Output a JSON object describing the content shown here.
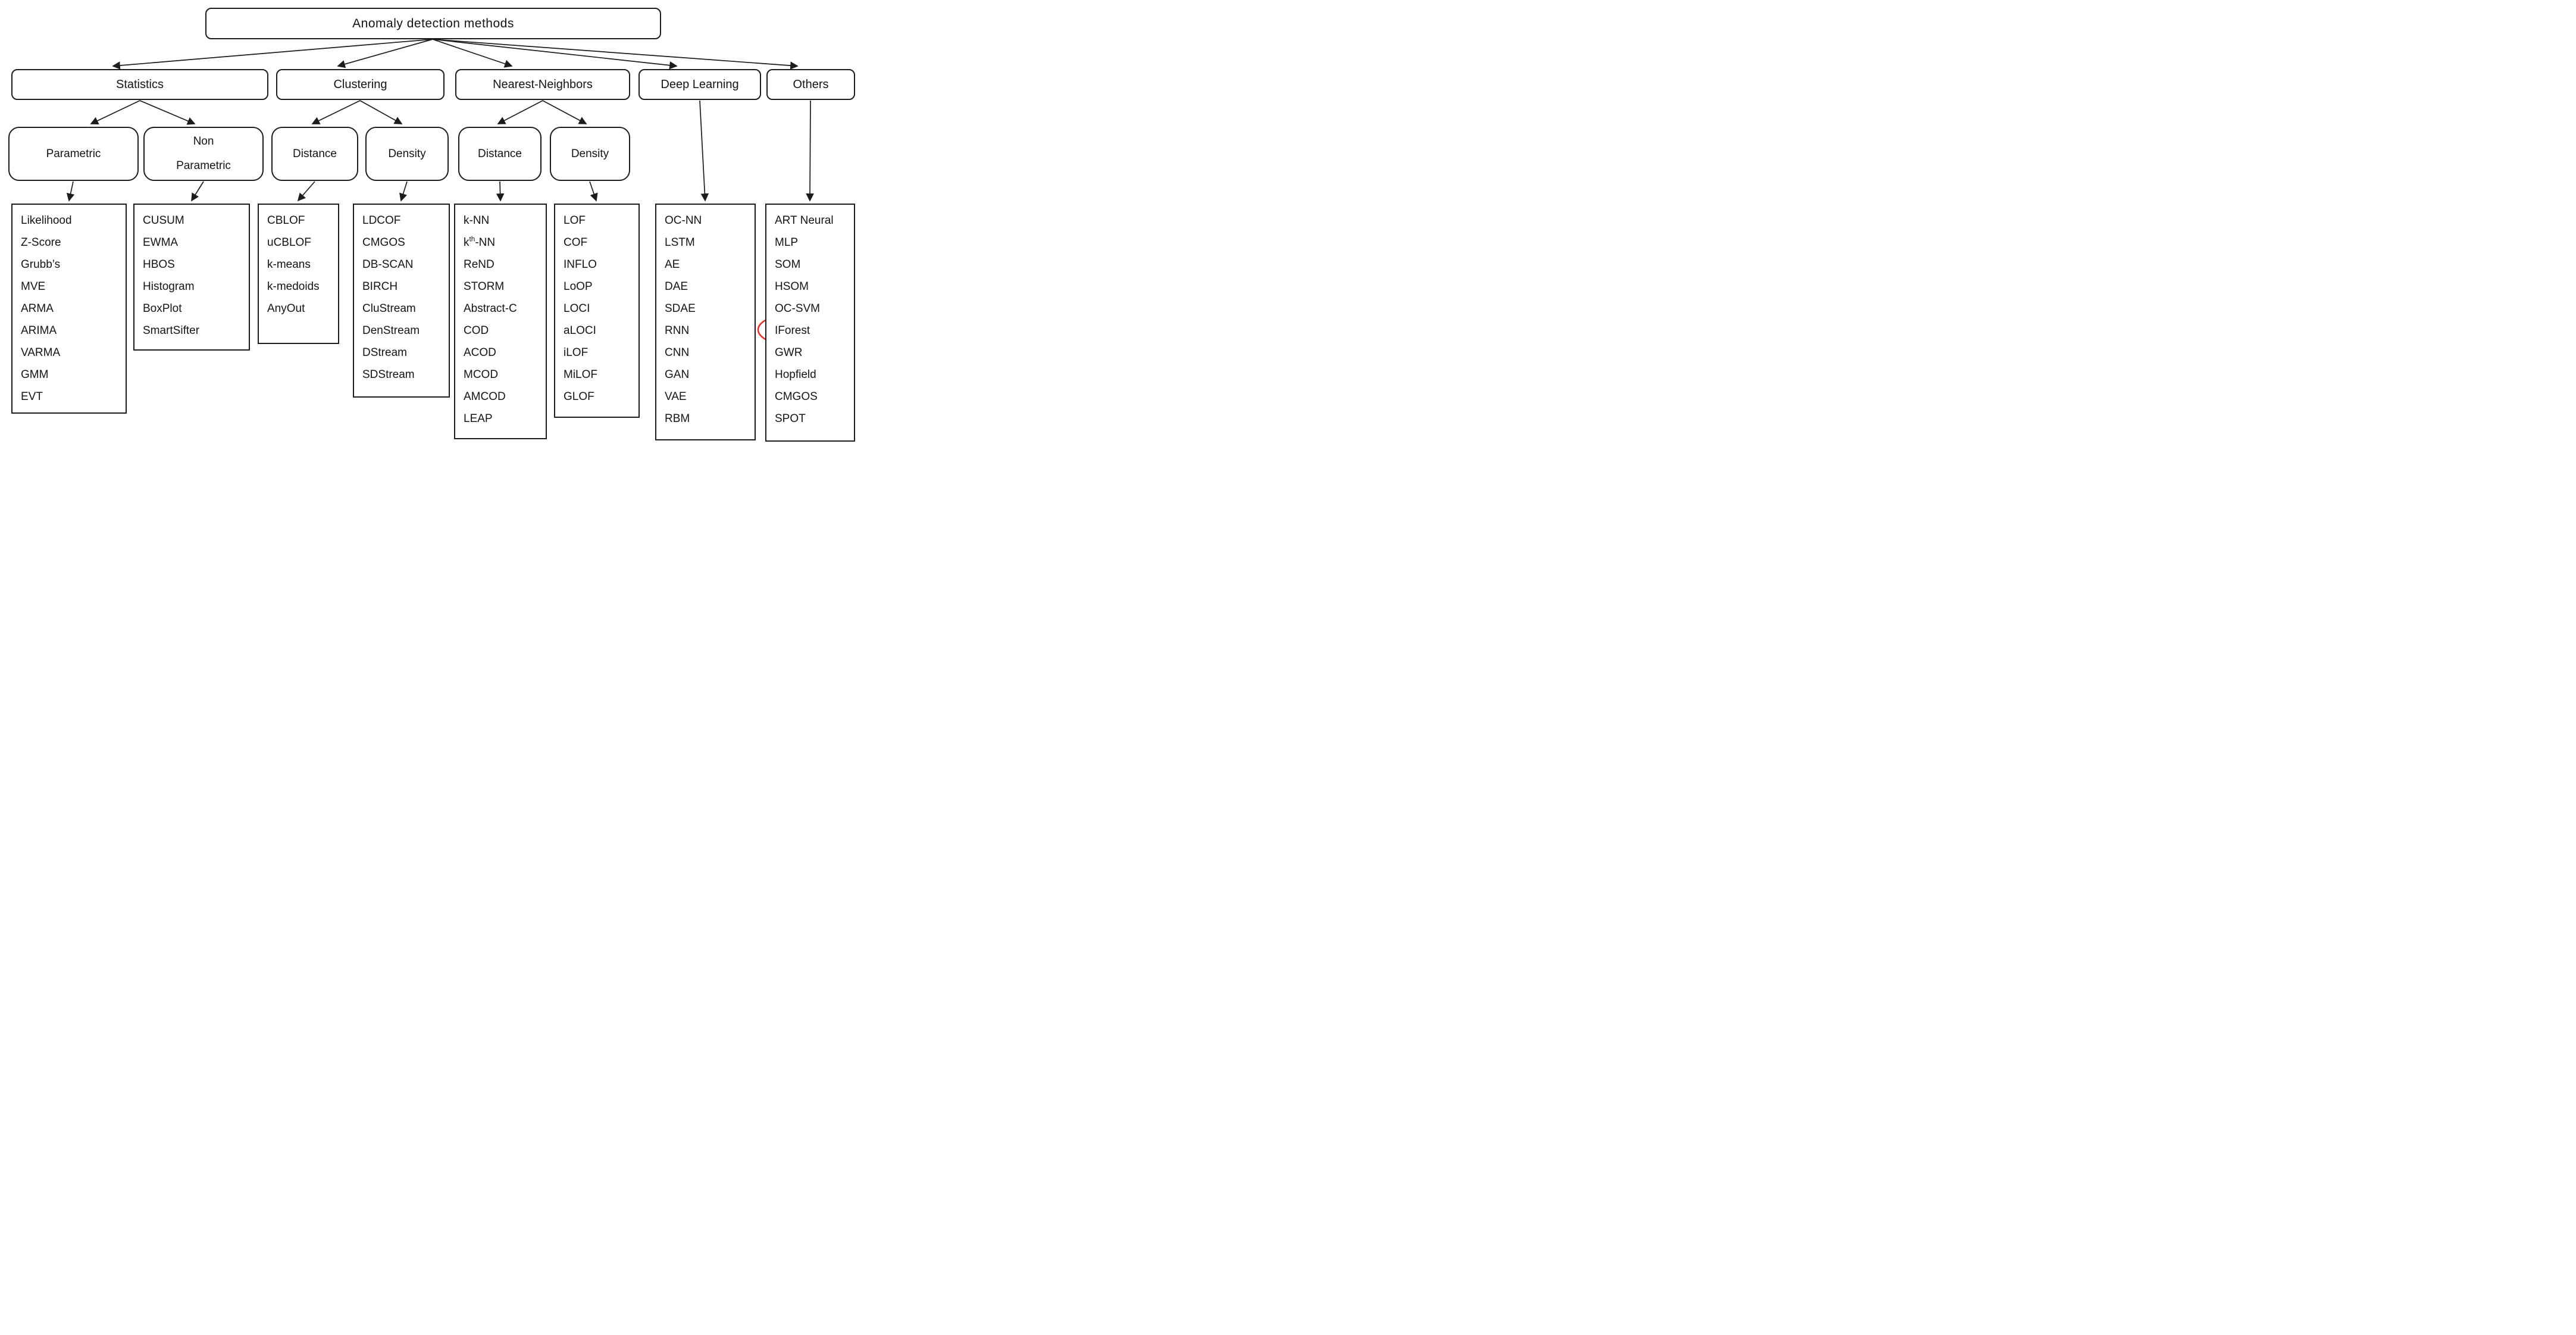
{
  "diagram": {
    "title": "Anomaly detection methods taxonomy",
    "root": {
      "label": "Anomaly detection methods"
    },
    "categories": [
      {
        "id": "statistics",
        "label": "Statistics"
      },
      {
        "id": "clustering",
        "label": "Clustering"
      },
      {
        "id": "nearest-neighbors",
        "label": "Nearest-Neighbors"
      },
      {
        "id": "deep-learning",
        "label": "Deep Learning"
      },
      {
        "id": "others",
        "label": "Others"
      }
    ],
    "subcategories": [
      {
        "id": "parametric",
        "parent": "statistics",
        "lines": [
          "Parametric"
        ]
      },
      {
        "id": "non-parametric",
        "parent": "statistics",
        "lines": [
          "Non",
          "Parametric"
        ]
      },
      {
        "id": "clustering-distance",
        "parent": "clustering",
        "lines": [
          "Distance"
        ]
      },
      {
        "id": "clustering-density",
        "parent": "clustering",
        "lines": [
          "Density"
        ]
      },
      {
        "id": "nn-distance",
        "parent": "nearest-neighbors",
        "lines": [
          "Distance"
        ]
      },
      {
        "id": "nn-density",
        "parent": "nearest-neighbors",
        "lines": [
          "Density"
        ]
      }
    ],
    "method_lists": [
      {
        "id": "parametric-methods",
        "items": [
          "Likelihood",
          "Z-Score",
          "Grubb’s",
          "MVE",
          "ARMA",
          "ARIMA",
          "VARMA",
          "GMM",
          "EVT"
        ]
      },
      {
        "id": "non-parametric-methods",
        "items": [
          "CUSUM",
          "EWMA",
          "HBOS",
          "Histogram",
          "BoxPlot",
          "SmartSifter"
        ]
      },
      {
        "id": "clustering-distance-methods",
        "items": [
          "CBLOF",
          "uCBLOF",
          "k-means",
          "k-medoids",
          "AnyOut"
        ]
      },
      {
        "id": "clustering-density-methods",
        "items": [
          "LDCOF",
          "CMGOS",
          "DB-SCAN",
          "BIRCH",
          "CluStream",
          "DenStream",
          "DStream",
          "SDStream"
        ]
      },
      {
        "id": "nn-distance-methods",
        "items": [
          "k-NN",
          "k^{th}-NN",
          "ReND",
          "STORM",
          "Abstract-C",
          "COD",
          "ACOD",
          "MCOD",
          "AMCOD",
          "LEAP"
        ]
      },
      {
        "id": "nn-density-methods",
        "items": [
          "LOF",
          "COF",
          "INFLO",
          "LoOP",
          "LOCI",
          "aLOCI",
          "iLOF",
          "MiLOF",
          "GLOF"
        ]
      },
      {
        "id": "deep-learning-methods",
        "items": [
          "OC-NN",
          "LSTM",
          "AE",
          "DAE",
          "SDAE",
          "RNN",
          "CNN",
          "GAN",
          "VAE",
          "RBM"
        ]
      },
      {
        "id": "others-methods",
        "items": [
          "ART Neural",
          "MLP",
          "SOM",
          "HSOM",
          "OC-SVM",
          "IForest",
          "GWR",
          "Hopfield",
          "CMGOS",
          "SPOT"
        ]
      }
    ],
    "highlight": {
      "item": "IForest",
      "color": "#e8312b"
    },
    "colors": {
      "line": "#1c1c1c",
      "box_border": "#1c1c1c",
      "text": "#141414",
      "background": "#ffffff"
    }
  }
}
